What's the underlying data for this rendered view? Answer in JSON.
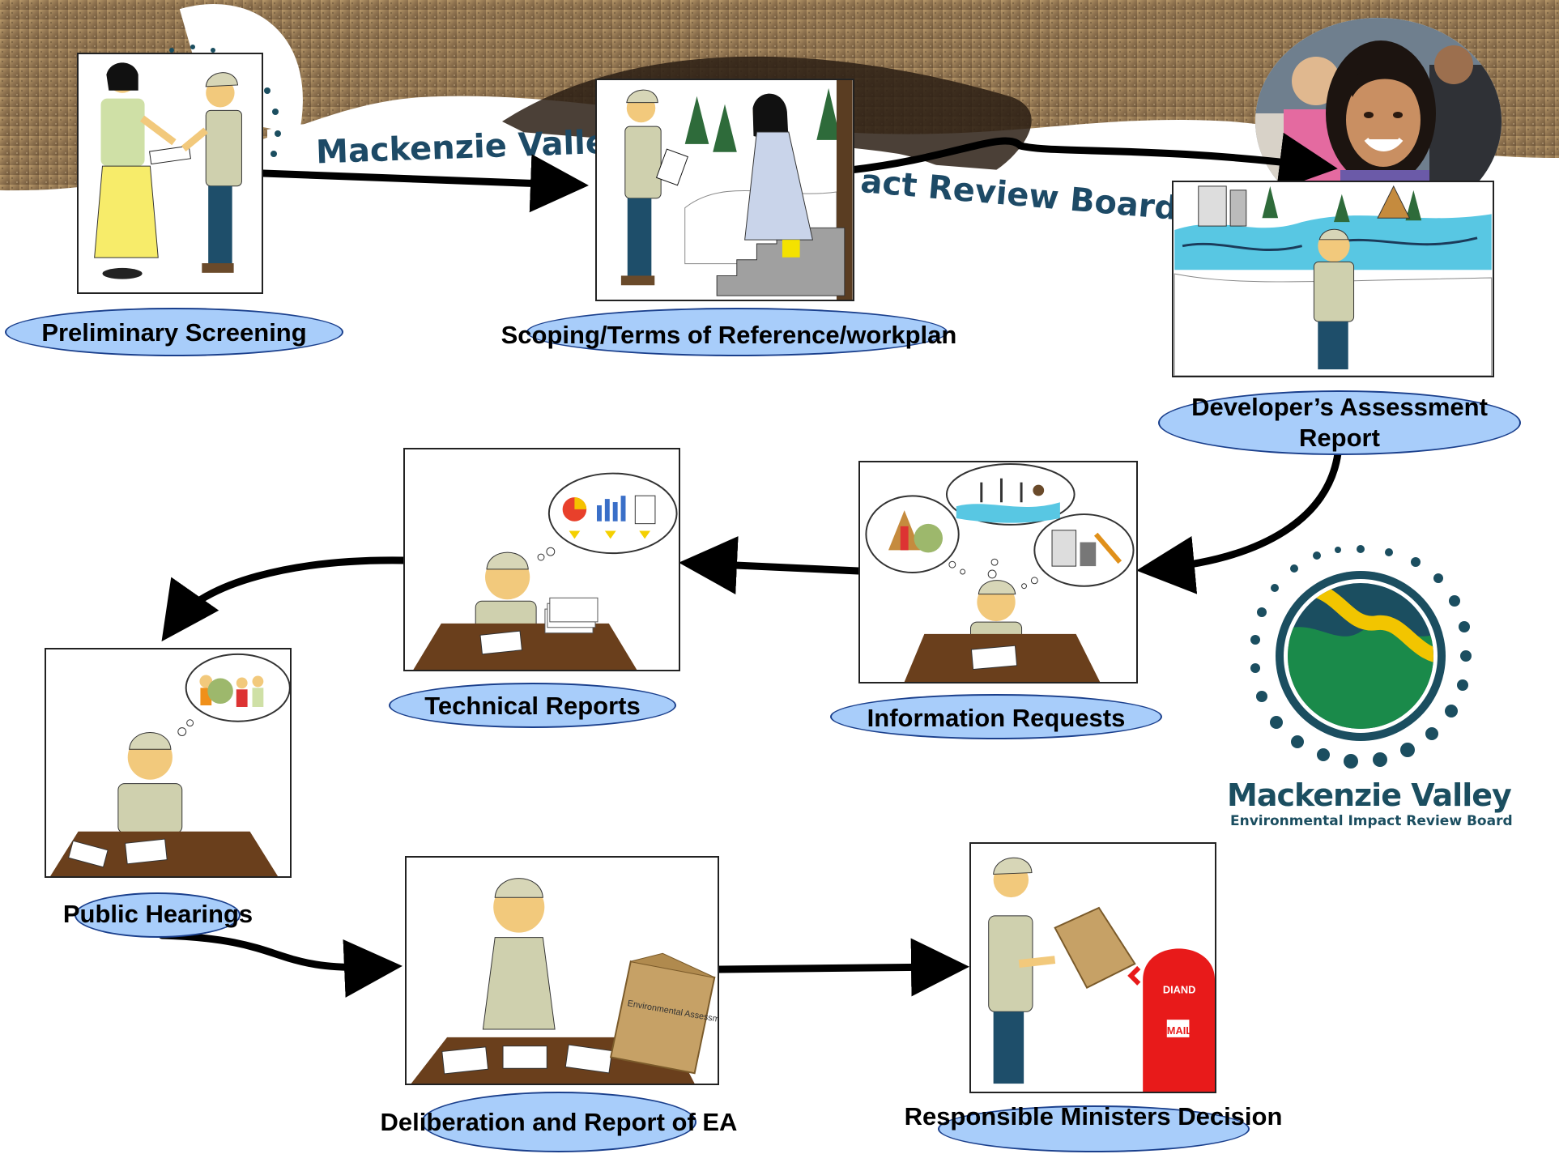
{
  "banner": {
    "title_left": "Mackenzie Valley E",
    "title_right": "act Review Board",
    "photo": "child-portrait-photo"
  },
  "steps": [
    {
      "id": "preliminary",
      "label": "Preliminary Screening"
    },
    {
      "id": "scoping",
      "label": "Scoping/Terms of Reference/workplan"
    },
    {
      "id": "developer",
      "label": "Developer’s Assessment Report"
    },
    {
      "id": "information",
      "label": "Information Requests"
    },
    {
      "id": "technical",
      "label": "Technical Reports"
    },
    {
      "id": "hearings",
      "label": "Public Hearings"
    },
    {
      "id": "deliberation",
      "label": "Deliberation and Report of EA"
    },
    {
      "id": "ministers",
      "label": "Responsible Ministers Decision"
    }
  ],
  "props": {
    "envelope_label": "Environmental Assessment",
    "mailbox_top": "DIAND",
    "mailbox_bottom": "MAIL"
  },
  "logo": {
    "title": "Mackenzie Valley",
    "subtitle": "Environmental Impact Review Board"
  },
  "colors": {
    "pill_fill": "#a8cdfa",
    "pill_border": "#1a3f8c",
    "logo_dark": "#1b4e60",
    "logo_green": "#1a8a4a",
    "logo_yellow": "#f2c500"
  }
}
